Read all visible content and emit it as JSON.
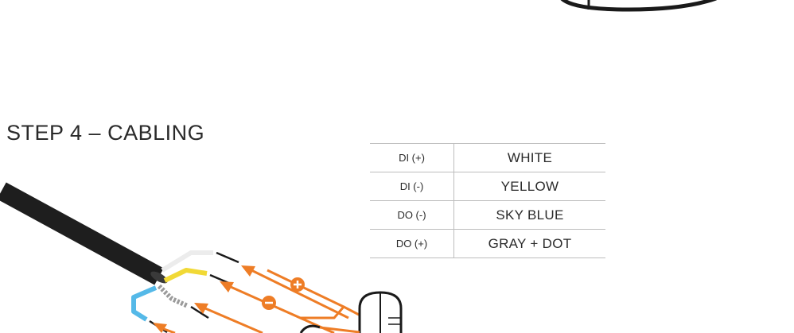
{
  "step": {
    "title": "STEP 4 – CABLING"
  },
  "wiring_table": {
    "rows": [
      {
        "signal": "DI (+)",
        "color": "WHITE"
      },
      {
        "signal": "DI (-)",
        "color": "YELLOW"
      },
      {
        "signal": "DO (-)",
        "color": "SKY BLUE"
      },
      {
        "signal": "DO (+)",
        "color": "GRAY + DOT"
      }
    ]
  },
  "colors": {
    "cable": "#1e1e1e",
    "wire_white": "#efefef",
    "wire_yellow": "#f1d936",
    "wire_sky_blue": "#55b9e8",
    "wire_gray": "#8f8f8f",
    "arrow": "#ee7d26",
    "table_border": "#bdbdbd",
    "text": "#2a2a2a"
  },
  "icons": {
    "plus": "plus-circle-icon",
    "minus": "minus-circle-icon",
    "device": "terminal-device-icon"
  }
}
